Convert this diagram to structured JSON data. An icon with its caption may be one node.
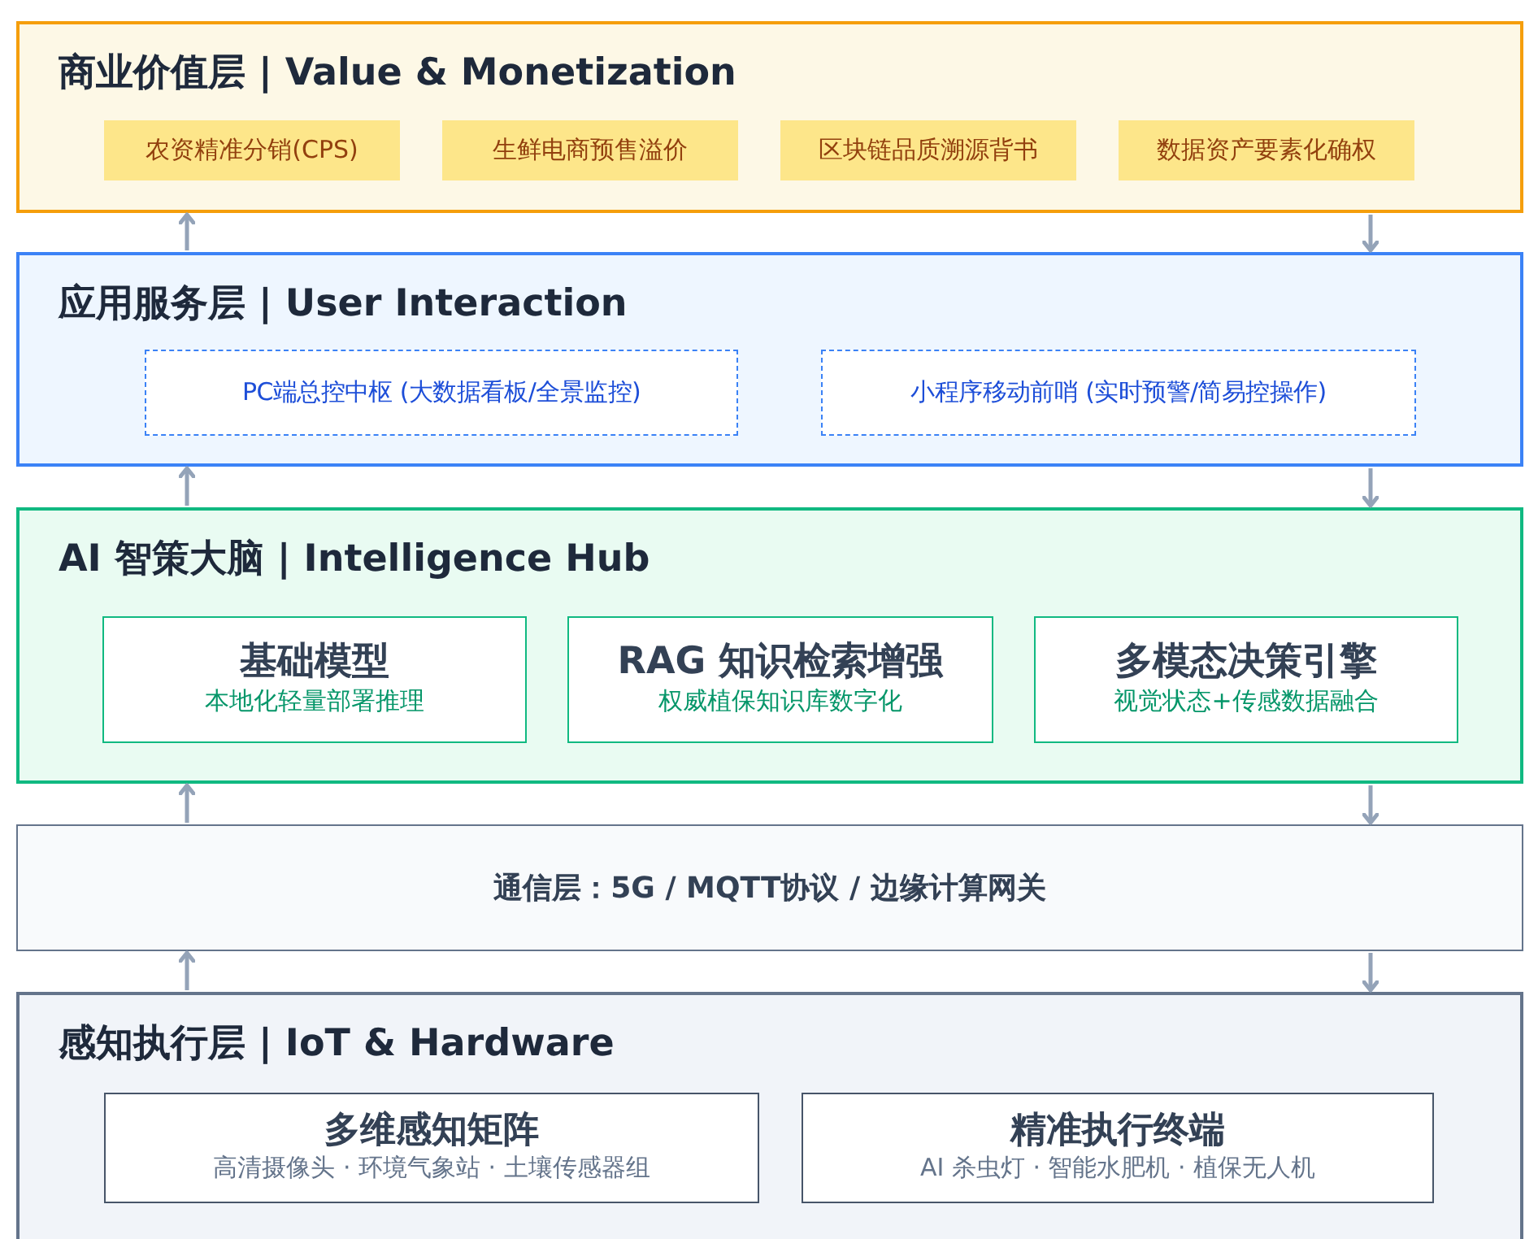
{
  "diagram": {
    "nodes": [
      {
        "text": [
          "商业价值层 | Value & Monetization"
        ]
      },
      {
        "text": [
          "农资精准分销(CPS)"
        ],
        "in": 0
      },
      {
        "text": [
          "生鲜电商预售溢价"
        ],
        "in": 0
      },
      {
        "text": [
          "区块链品质溯源背书"
        ],
        "in": 0
      },
      {
        "text": [
          "数据资产要素化确权"
        ],
        "in": 0
      },
      {
        "text": [
          "应用服务层 | User Interaction"
        ]
      },
      {
        "text": [
          "PC端总控中枢 (大数据看板/全景监控)"
        ],
        "in": 5
      },
      {
        "text": [
          "小程序移动前哨 (实时预警/简易控操作)"
        ],
        "in": 5
      },
      {
        "text": [
          "AI 智策大脑 | Intelligence Hub"
        ]
      },
      {
        "text": [
          "基础模型",
          "本地化轻量部署推理"
        ],
        "in": 8
      },
      {
        "text": [
          "RAG 知识检索增强",
          "权威植保知识库数字化"
        ],
        "in": 8
      },
      {
        "text": [
          "多模态决策引擎",
          "视觉状态+传感数据融合"
        ],
        "in": 8
      },
      {
        "text": [
          "通信层：5G / MQTT协议 / 边缘计算网关"
        ]
      },
      {
        "text": [
          "感知执行层 | IoT & Hardware"
        ]
      },
      {
        "text": [
          "多维感知矩阵",
          "高清摄像头 · 环境气象站 · 土壤传感器组"
        ],
        "in": 13
      },
      {
        "text": [
          "精准执行终端",
          "AI 杀虫灯 · 智能水肥机 · 植保无人机"
        ],
        "in": 13
      }
    ],
    "edges": [
      {
        "from": 5,
        "to": 0,
        "arrow": "to"
      },
      {
        "from": 0,
        "to": 5,
        "arrow": "to"
      },
      {
        "from": 8,
        "to": 5,
        "arrow": "to"
      },
      {
        "from": 5,
        "to": 8,
        "arrow": "to"
      },
      {
        "from": 12,
        "to": 8,
        "arrow": "to"
      },
      {
        "from": 8,
        "to": 12,
        "arrow": "to"
      },
      {
        "from": 13,
        "to": 12,
        "arrow": "to"
      },
      {
        "from": 12,
        "to": 13,
        "arrow": "to"
      }
    ]
  }
}
